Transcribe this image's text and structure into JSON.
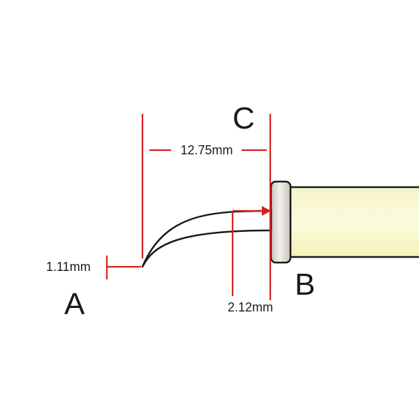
{
  "labels": {
    "point_a": "A",
    "point_b": "B",
    "point_c": "C"
  },
  "dimensions": {
    "length": "12.75mm",
    "tip_width": "1.11mm",
    "base_width": "2.12mm"
  },
  "colors": {
    "dimension_lines": "#d42020",
    "outline": "#1a1a1a",
    "handle_fill_light": "#fbfbdc",
    "handle_fill_dark": "#e9e9b4",
    "collar_fill": "#d8d4cc"
  }
}
